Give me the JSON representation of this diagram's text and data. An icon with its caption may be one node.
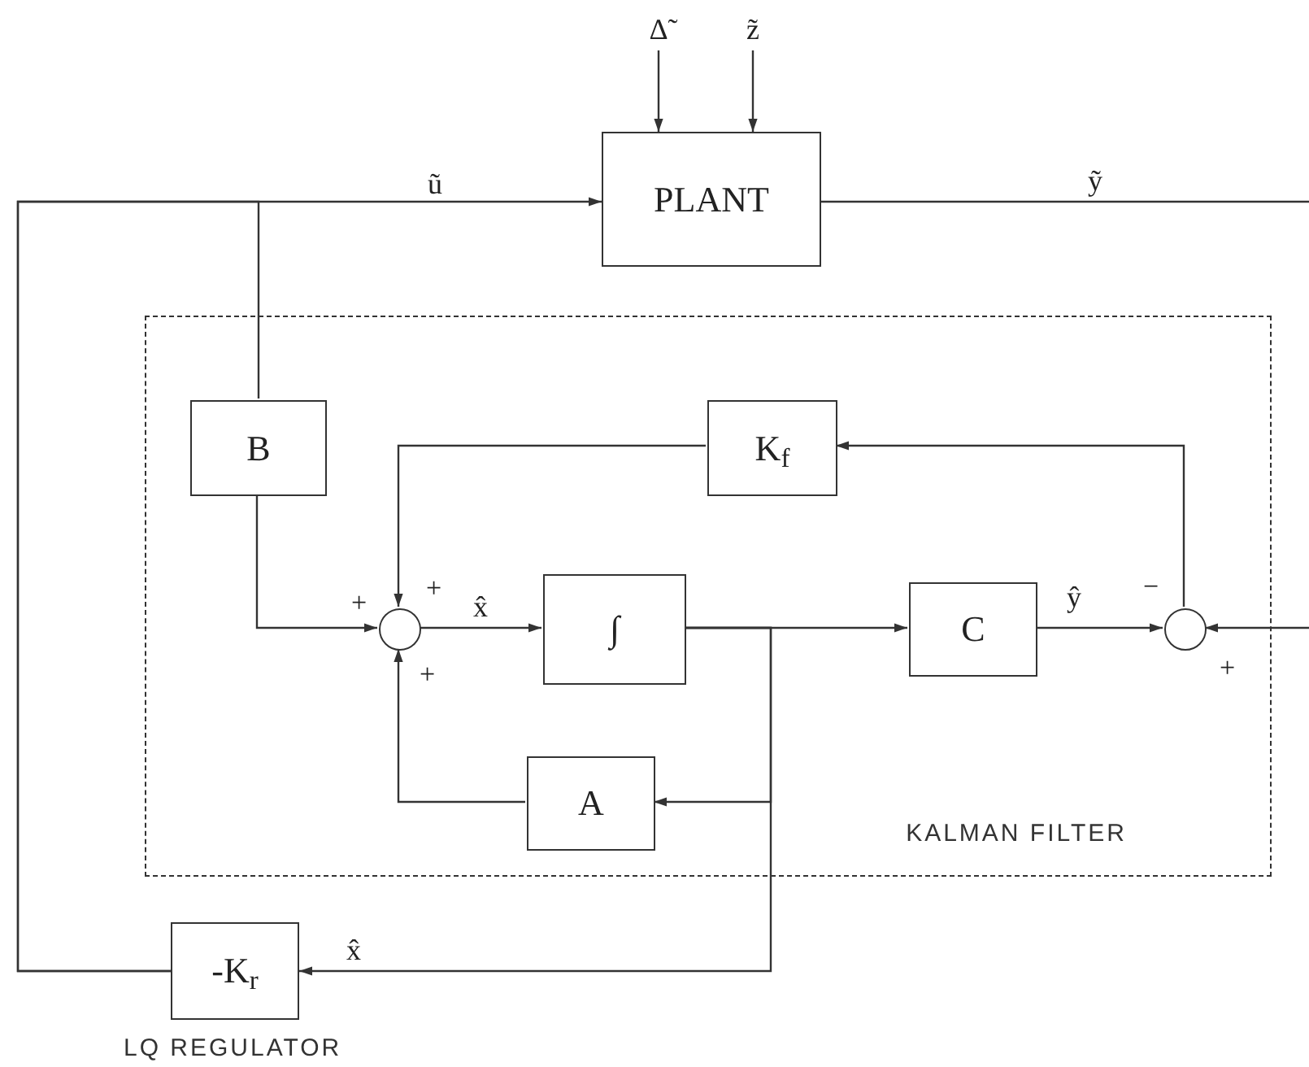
{
  "diagram": {
    "nodes": [
      {
        "text": [
          "KALMAN FILTER"
        ]
      },
      {
        "text": [
          "PLANT"
        ]
      },
      {
        "text": [
          "B"
        ],
        "in": 0
      },
      {
        "text": [
          "K$_{f}$"
        ],
        "in": 0
      },
      {
        "text": [],
        "shape": "circle",
        "in": 0
      },
      {
        "text": [
          "∫"
        ],
        "in": 0
      },
      {
        "text": [
          "C"
        ],
        "in": 0
      },
      {
        "text": [],
        "shape": "circle",
        "in": 0
      },
      {
        "text": [
          "A"
        ],
        "in": 0
      },
      {
        "text": [
          "-K$_{r}$"
        ],
        "beside": [
          "LQ REGULATOR"
        ]
      },
      {
        "text": [
          "Δ̃"
        ]
      },
      {
        "text": [
          "z̃"
        ]
      }
    ],
    "edges": [
      {
        "from": 9,
        "to": 1,
        "arrow": "to",
        "label": "ũ"
      },
      {
        "from": 9,
        "to": 2,
        "arrow": "none"
      },
      {
        "from": 10,
        "to": 1,
        "arrow": "to"
      },
      {
        "from": 11,
        "to": 1,
        "arrow": "to"
      },
      {
        "from": 1,
        "to": null,
        "arrow": "none",
        "label": "ỹ"
      },
      {
        "from": 2,
        "to": 4,
        "arrow": "to"
      },
      {
        "from": 3,
        "to": 4,
        "arrow": "to"
      },
      {
        "from": 8,
        "to": 4,
        "arrow": "to"
      },
      {
        "from": 4,
        "to": 5,
        "arrow": "to",
        "label": "x̂"
      },
      {
        "from": 5,
        "to": 6,
        "arrow": "to"
      },
      {
        "from": 5,
        "to": 8,
        "arrow": "to"
      },
      {
        "from": 5,
        "to": 9,
        "arrow": "to",
        "label": "x̂"
      },
      {
        "from": 6,
        "to": 7,
        "arrow": "to",
        "label": "ŷ"
      },
      {
        "from": 7,
        "to": 3,
        "arrow": "to"
      },
      {
        "from": null,
        "to": 7,
        "arrow": "to"
      }
    ],
    "labels": [
      "+",
      "−",
      "+",
      "+",
      "+"
    ]
  }
}
